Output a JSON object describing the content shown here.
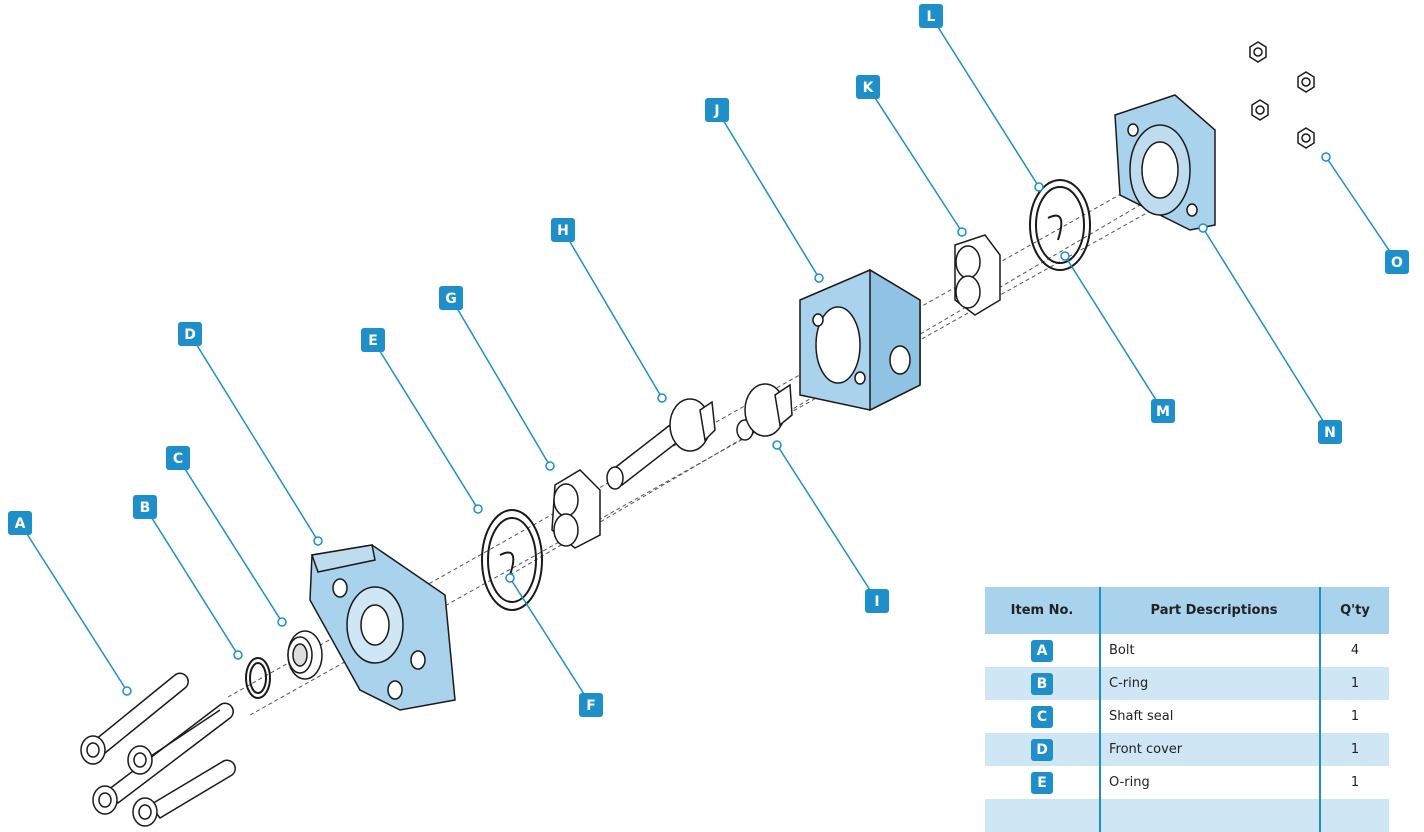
{
  "colors": {
    "accent": "#1f8fc9",
    "part_fill": "#a9d2ec",
    "part_stroke": "#1a1a1a",
    "row_alt": "#cfe6f4"
  },
  "labels": [
    "A",
    "B",
    "C",
    "D",
    "E",
    "F",
    "G",
    "H",
    "I",
    "J",
    "K",
    "L",
    "M",
    "N",
    "O"
  ],
  "table": {
    "headers": {
      "item": "Item No.",
      "desc": "Part Descriptions",
      "qty": "Q'ty"
    },
    "rows": [
      {
        "item": "A",
        "desc": "Bolt",
        "qty": "4"
      },
      {
        "item": "B",
        "desc": "C-ring",
        "qty": "1"
      },
      {
        "item": "C",
        "desc": "Shaft seal",
        "qty": "1"
      },
      {
        "item": "D",
        "desc": "Front cover",
        "qty": "1"
      },
      {
        "item": "E",
        "desc": "O-ring",
        "qty": "1"
      }
    ]
  }
}
